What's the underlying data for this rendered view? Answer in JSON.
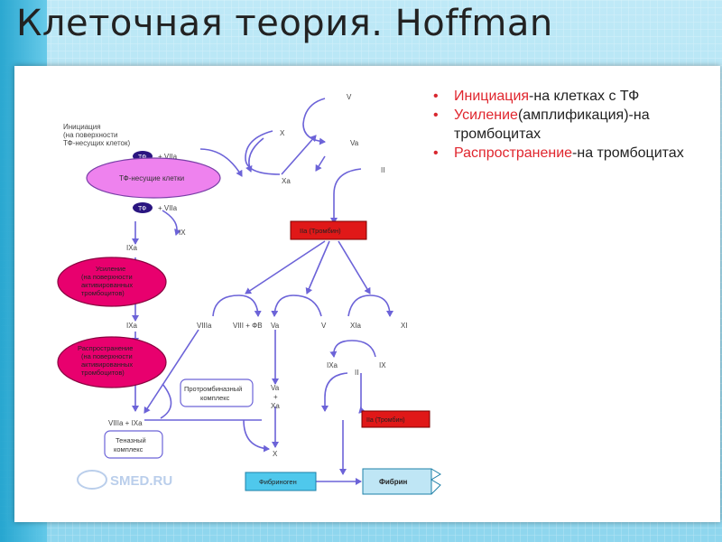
{
  "slide": {
    "title": "Клеточная теория. Hoffman\n2001",
    "colors": {
      "accent_red": "#e0262e",
      "magenta_node": "#e8006e",
      "pink_node": "#ee82ee",
      "navy_badge": "#2a1580",
      "red_box": "#e01818",
      "cyan_box": "#4fc8ec",
      "arrow": "#6c63d8"
    }
  },
  "bullets": [
    {
      "highlight": "Инициация",
      "rest": "-на клетках с ТФ"
    },
    {
      "highlight": "Усиление",
      "rest": "(амплификация)-на тромбоцитах"
    },
    {
      "highlight": "Распространение",
      "rest": "-на тромбоцитах"
    }
  ],
  "diagram": {
    "init_label_1": "Инициация",
    "init_label_2": "(на поверхности",
    "init_label_3": "ТФ-несущих клеток)",
    "tf1": "ТФ",
    "viia1": "+ VIIa",
    "tf_cells": "ТФ-несущие клетки",
    "tf2": "ТФ",
    "viia2": "+ VIIa",
    "x_top": "X",
    "xa_top": "Xa",
    "v_top": "V",
    "va_top": "Va",
    "ii_top": "II",
    "ix_left": "IX",
    "ixa_1": "IXa",
    "thrombin_1": "IIa (Тромбин)",
    "amp_1": "Усиление",
    "amp_2": "(на поверхности",
    "amp_3": "активированных",
    "amp_4": "тромбоцитов)",
    "ixa_2": "IXa",
    "viiia": "VIIIa",
    "viii_fv": "VIII + ФВ",
    "va_mid": "Va",
    "v_mid": "V",
    "xia": "XIa",
    "xi": "XI",
    "prop_1": "Распространение",
    "prop_2": "(на поверхности",
    "prop_3": "активированных",
    "prop_4": "тромбоцитов)",
    "ixa_3": "IXa",
    "ix_right": "IX",
    "ii_right": "II",
    "prothrombinase_1": "Протромбиназный",
    "prothrombinase_2": "комплекс",
    "va_low": "Va",
    "plus_low": "+",
    "xa_low": "Xa",
    "thrombin_2": "IIa (Тромбин)",
    "viiia_ixa": "VIIIa + IXa",
    "tenase_1": "Теназный",
    "tenase_2": "комплекс",
    "x_low": "X",
    "fibrinogen": "Фибриноген",
    "fibrin": "Фибрин",
    "watermark": "SMED.RU"
  }
}
